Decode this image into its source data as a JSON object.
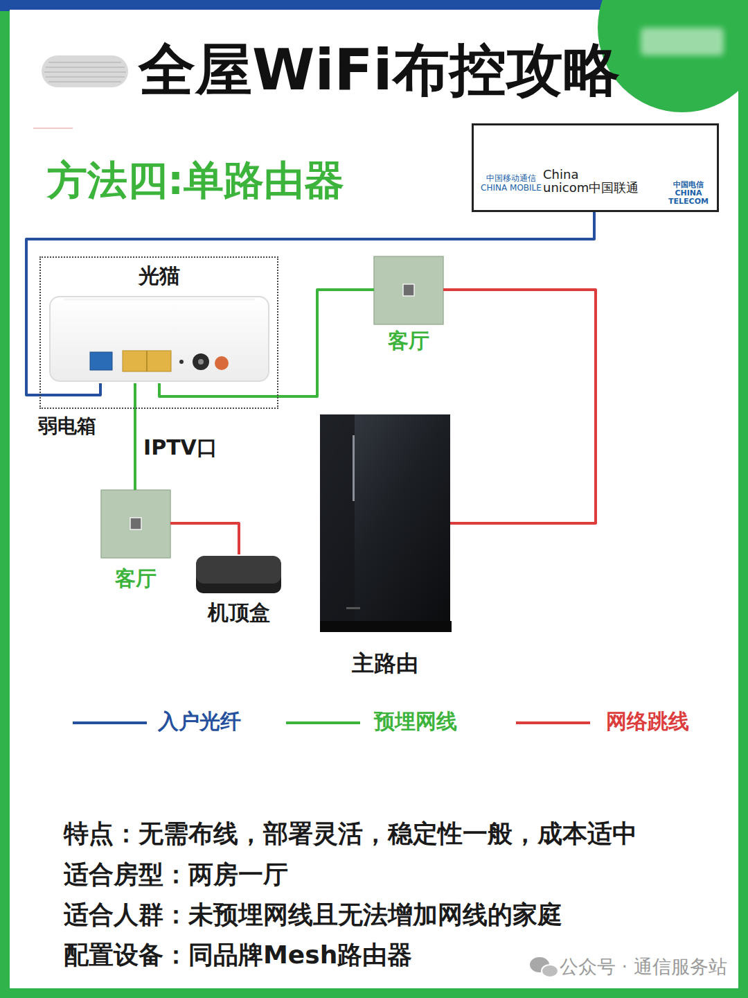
{
  "diagram": {
    "title": "全屋WiFi布控攻略",
    "nodes": [
      {
        "text": [
          "中国移动通信 CHINA MOBILE",
          "China unicom中国联通",
          "中国电信 CHINA TELECOM"
        ]
      },
      {
        "text": [
          "弱电箱"
        ]
      },
      {
        "text": [
          "光猫"
        ],
        "in": 1
      },
      {
        "text": [
          "客厅"
        ]
      },
      {
        "text": [
          "客厅"
        ]
      },
      {
        "text": [
          "机顶盒"
        ]
      },
      {
        "text": [
          "主路由"
        ]
      }
    ],
    "edges": [
      {
        "from": 0,
        "to": 2,
        "arrow": "none"
      },
      {
        "from": 2,
        "to": 3,
        "arrow": "none"
      },
      {
        "from": 2,
        "to": 4,
        "label": "IPTV口",
        "arrow": "none"
      },
      {
        "from": 3,
        "to": 6,
        "arrow": "none"
      },
      {
        "from": 4,
        "to": 5,
        "arrow": "none"
      }
    ],
    "labels": [
      "方法四:单路由器",
      "特点：无需布线，部署灵活，稳定性一般，成本适中",
      "适合房型：两房一厅",
      "适合人群：未预埋网线且无法增加网线的家庭",
      "配置设备：同品牌Mesh路由器",
      "公众号 · 通信服务站"
    ],
    "legend": [
      {
        "text": "入户光纤"
      },
      {
        "text": "预埋网线"
      },
      {
        "text": "网络跳线"
      }
    ]
  }
}
